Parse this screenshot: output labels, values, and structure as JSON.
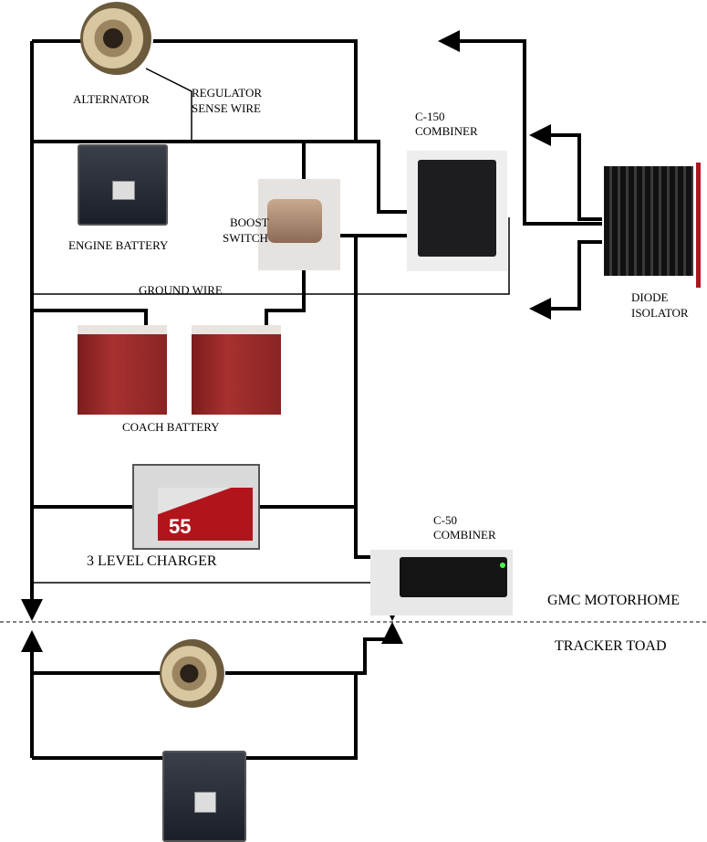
{
  "labels": {
    "alternator": "ALTERNATOR",
    "regulator_sense_wire": [
      "REGULATOR",
      "SENSE WIRE"
    ],
    "engine_battery": "ENGINE BATTERY",
    "boost_switch": [
      "BOOST",
      "SWITCH"
    ],
    "c150_combiner": [
      "C-150",
      "COMBINER"
    ],
    "diode_isolator": [
      "DIODE",
      "ISOLATOR"
    ],
    "ground_wire": "GROUND WIRE",
    "coach_battery": "COACH  BATTERY",
    "charger": "3 LEVEL CHARGER",
    "charger_face": "55",
    "c50_combiner": [
      "C-50",
      "COMBINER"
    ],
    "gmc_motorhome": "GMC  MOTORHOME",
    "tracker_toad": "TRACKER  TOAD"
  },
  "colors": {
    "wire": "#000000",
    "isolator_bar": "#b0141c"
  }
}
